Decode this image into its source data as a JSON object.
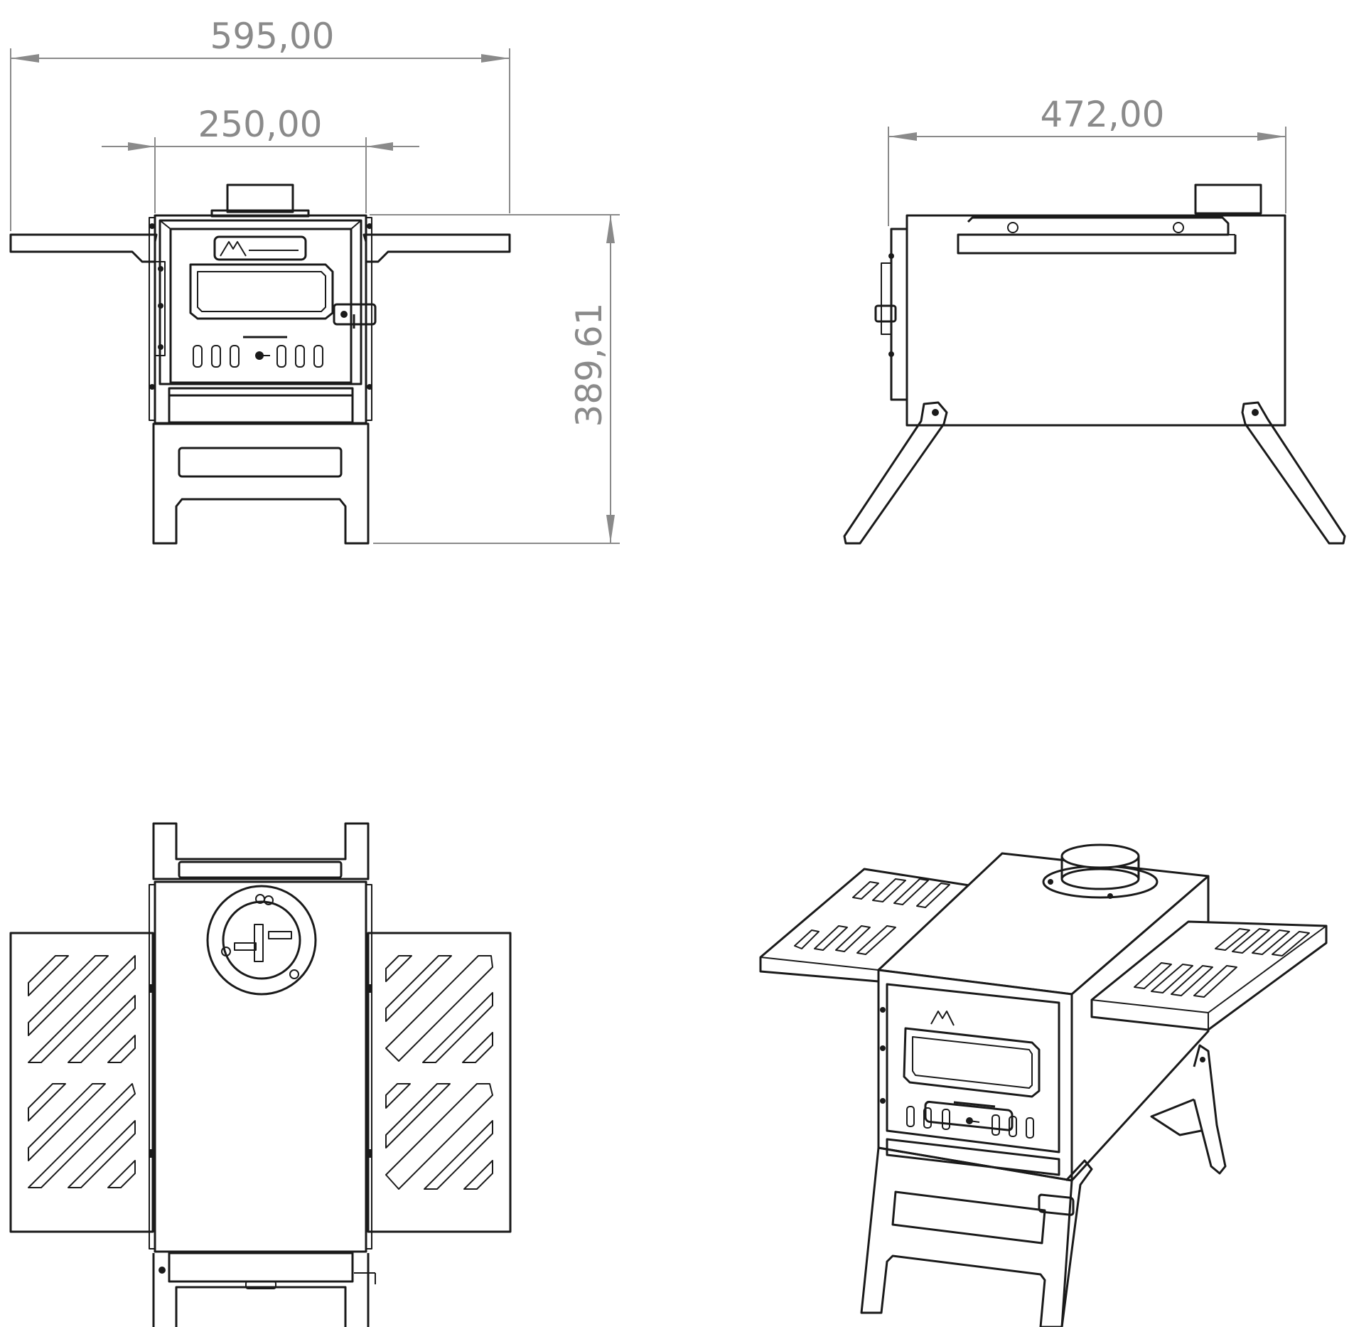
{
  "drawing": {
    "dimensions": {
      "overall_width": "595,00",
      "body_width": "250,00",
      "depth": "472,00",
      "height": "389,61"
    },
    "views": [
      "front",
      "side",
      "top",
      "isometric"
    ],
    "colors": {
      "line": "#1a1a1a",
      "dimension": "#8a8a8a",
      "background": "#ffffff"
    },
    "icons": {
      "logo": "mountain-logo-icon"
    }
  }
}
